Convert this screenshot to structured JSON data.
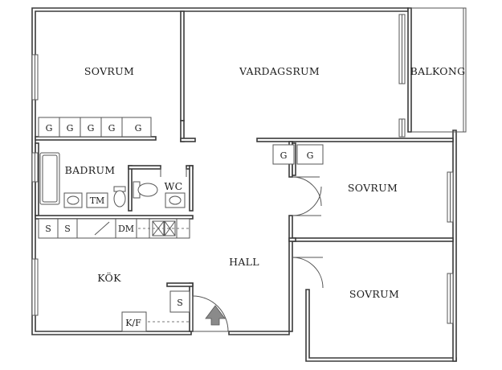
{
  "rooms": {
    "sovrum_top": "SOVRUM",
    "vardagsrum": "VARDAGSRUM",
    "balkong": "BALKONG",
    "badrum": "BADRUM",
    "wc": "WC",
    "sovrum_mid": "SOVRUM",
    "hall": "HALL",
    "kok": "KÖK",
    "sovrum_bottom": "SOVRUM"
  },
  "fixtures": {
    "wardrobe": "G",
    "tm": "TM",
    "storage": "S",
    "dm": "DM",
    "kf": "K/F"
  }
}
